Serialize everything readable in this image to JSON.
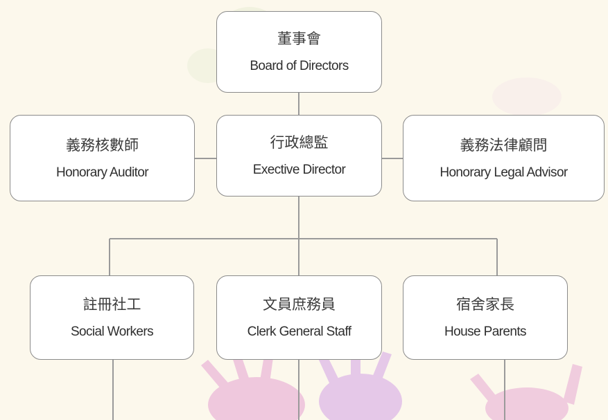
{
  "org_chart": {
    "nodes": {
      "board": {
        "zh": "董事會",
        "en": "Board of Directors"
      },
      "auditor": {
        "zh": "義務核數師",
        "en": "Honorary Auditor"
      },
      "exec": {
        "zh": "行政總監",
        "en": "Exective Director"
      },
      "legal": {
        "zh": "義務法律顧問",
        "en": "Honorary Legal Advisor"
      },
      "social": {
        "zh": "註冊社工",
        "en": "Social Workers"
      },
      "clerk": {
        "zh": "文員庶務員",
        "en": "Clerk General Staff"
      },
      "house": {
        "zh": "宿舍家長",
        "en": "House Parents"
      }
    },
    "colors": {
      "background": "#fcf8ec",
      "box_border": "#8a8a8a",
      "connector": "#9a9a9a",
      "handprint_pink": "#e88ac8",
      "handprint_purple": "#c98ae0"
    }
  }
}
